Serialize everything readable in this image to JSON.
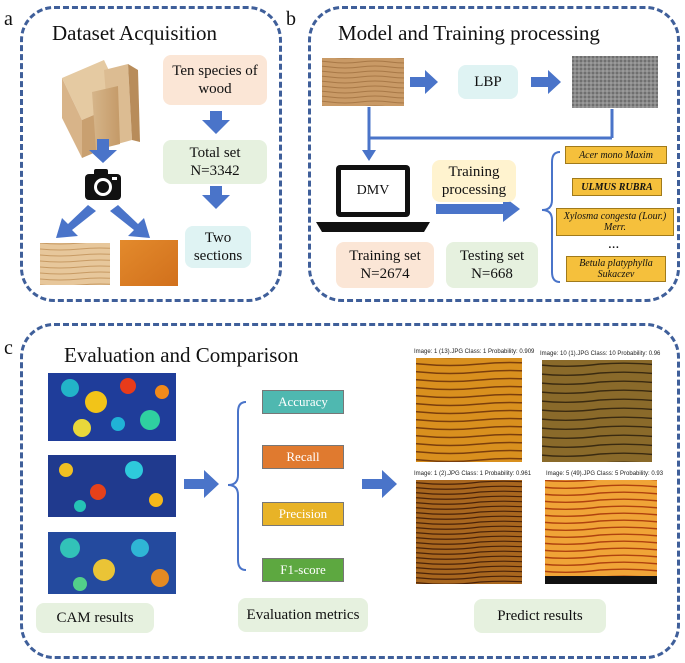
{
  "panel_labels": {
    "a": "a",
    "b": "b",
    "c": "c"
  },
  "panel_a": {
    "title": "Dataset Acquisition",
    "box_species": "Ten species of wood",
    "box_total_line1": "Total set",
    "box_total_line2": "N=3342",
    "box_sections": "Two sections"
  },
  "panel_b": {
    "title": "Model and Training processing",
    "lbp": "LBP",
    "dmv": "DMV",
    "training_processing": "Training processing",
    "training_set_line1": "Training set",
    "training_set_line2": "N=2674",
    "testing_set_line1": "Testing set",
    "testing_set_line2": "N=668",
    "species": [
      "Acer mono Maxim",
      "ULMUS RUBRA",
      "Xylosma congesta (Lour.) Merr.",
      "Betula platyphylla Sukaczev"
    ],
    "ellipsis": "..."
  },
  "panel_c": {
    "title": "Evaluation and Comparison",
    "metrics": [
      "Accuracy",
      "Recall",
      "Precision",
      "F1-score"
    ],
    "cam_label": "CAM results",
    "metrics_label": "Evaluation metrics",
    "predict_label": "Predict results",
    "predictions": [
      "Image: 1 (13).JPG   Class: 1   Probability: 0.909",
      "Image: 10 (1).JPG   Class: 10   Probability: 0.96",
      "Image: 1 (2).JPG   Class: 1   Probability: 0.961",
      "Image: 5 (49).JPG   Class: 5   Probability: 0.93"
    ]
  },
  "colors": {
    "panel_border": "#3f5f9a",
    "arrow": "#4a74c9",
    "accuracy": "#4fb8b0",
    "recall": "#e07a2f",
    "precision": "#e8b327",
    "f1": "#5da840",
    "species_box": "#f5c03c"
  }
}
